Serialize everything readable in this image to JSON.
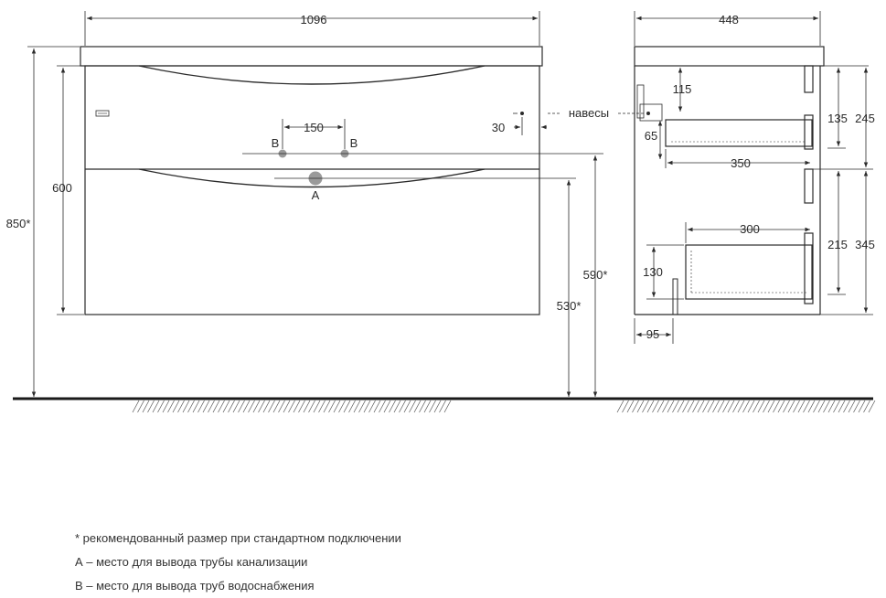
{
  "front_view": {
    "width_label": "1096",
    "height_label": "850*",
    "body_label": "600",
    "holes_spacing_label": "150",
    "hanger_offset_label": "30",
    "water_left_label": "B",
    "water_right_label": "B",
    "drain_label": "A",
    "drain_height_label": "530*",
    "water_height_label": "590*"
  },
  "side_view": {
    "depth_label": "448",
    "hangers_label": "навесы",
    "d115": "115",
    "d135": "135",
    "d245": "245",
    "d65": "65",
    "d350": "350",
    "d300": "300",
    "d215": "215",
    "d345": "345",
    "d130": "130",
    "d95": "95"
  },
  "notes": {
    "asterisk": "* рекомендованный размер при стандартном подключении",
    "a": "А – место для вывода трубы канализации",
    "b": "В – место для вывода труб водоснабжения"
  },
  "colors": {
    "line": "#2b2b2b",
    "fixture": "#9a9a9a",
    "floor": "#1a1a1a"
  }
}
